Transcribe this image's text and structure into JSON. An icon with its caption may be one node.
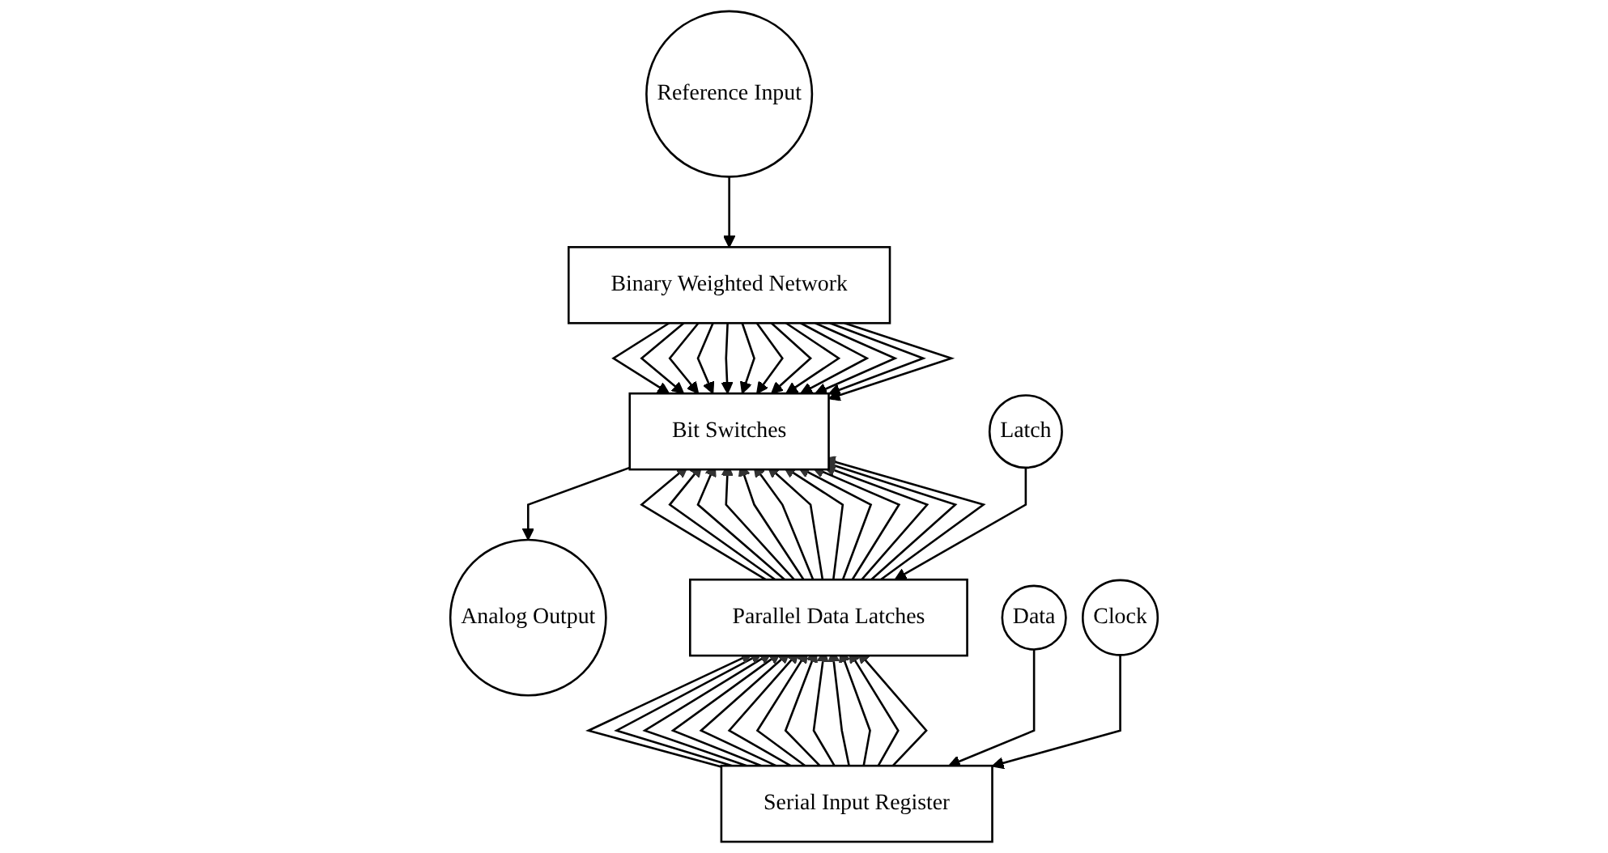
{
  "diagram": {
    "nodes": [
      {
        "text": [
          "Binary Weighted Network"
        ]
      },
      {
        "text": [
          "Bit Switches"
        ]
      },
      {
        "text": [
          "Parallel Data Latches"
        ]
      },
      {
        "text": [
          "Serial Input Register"
        ]
      },
      {
        "text": [
          "Reference Input"
        ]
      },
      {
        "text": [
          "Analog Output"
        ]
      },
      {
        "text": [
          "Latch"
        ]
      },
      {
        "text": [
          "Data"
        ]
      },
      {
        "text": [
          "Clock"
        ]
      }
    ],
    "edges": [
      {
        "from": 0,
        "to": 1,
        "arrow": "to"
      },
      {
        "from": 0,
        "to": 1,
        "arrow": "to"
      },
      {
        "from": 0,
        "to": 1,
        "arrow": "to"
      },
      {
        "from": 0,
        "to": 1,
        "arrow": "to"
      },
      {
        "from": 0,
        "to": 1,
        "arrow": "to"
      },
      {
        "from": 0,
        "to": 1,
        "arrow": "to"
      },
      {
        "from": 0,
        "to": 1,
        "arrow": "to"
      },
      {
        "from": 0,
        "to": 1,
        "arrow": "to"
      },
      {
        "from": 0,
        "to": 1,
        "arrow": "to"
      },
      {
        "from": 0,
        "to": 1,
        "arrow": "to"
      },
      {
        "from": 0,
        "to": 1,
        "arrow": "to"
      },
      {
        "from": 0,
        "to": 1,
        "arrow": "to"
      },
      {
        "from": 0,
        "to": 1,
        "arrow": "to"
      },
      {
        "from": 2,
        "to": 1,
        "arrow": "to"
      },
      {
        "from": 2,
        "to": 1,
        "arrow": "to"
      },
      {
        "from": 2,
        "to": 1,
        "arrow": "to"
      },
      {
        "from": 2,
        "to": 1,
        "arrow": "to"
      },
      {
        "from": 2,
        "to": 1,
        "arrow": "to"
      },
      {
        "from": 2,
        "to": 1,
        "arrow": "to"
      },
      {
        "from": 2,
        "to": 1,
        "arrow": "to"
      },
      {
        "from": 2,
        "to": 1,
        "arrow": "to"
      },
      {
        "from": 2,
        "to": 1,
        "arrow": "to"
      },
      {
        "from": 2,
        "to": 1,
        "arrow": "to"
      },
      {
        "from": 2,
        "to": 1,
        "arrow": "to"
      },
      {
        "from": 2,
        "to": 1,
        "arrow": "to"
      },
      {
        "from": 2,
        "to": 1,
        "arrow": "to"
      },
      {
        "from": 3,
        "to": 2,
        "arrow": "to"
      },
      {
        "from": 3,
        "to": 2,
        "arrow": "to"
      },
      {
        "from": 3,
        "to": 2,
        "arrow": "to"
      },
      {
        "from": 3,
        "to": 2,
        "arrow": "to"
      },
      {
        "from": 3,
        "to": 2,
        "arrow": "to"
      },
      {
        "from": 3,
        "to": 2,
        "arrow": "to"
      },
      {
        "from": 3,
        "to": 2,
        "arrow": "to"
      },
      {
        "from": 3,
        "to": 2,
        "arrow": "to"
      },
      {
        "from": 3,
        "to": 2,
        "arrow": "to"
      },
      {
        "from": 3,
        "to": 2,
        "arrow": "to"
      },
      {
        "from": 3,
        "to": 2,
        "arrow": "to"
      },
      {
        "from": 3,
        "to": 2,
        "arrow": "to"
      },
      {
        "from": 3,
        "to": 2,
        "arrow": "to"
      },
      {
        "from": 4,
        "to": 0,
        "arrow": "to"
      },
      {
        "from": 1,
        "to": 5,
        "arrow": "to"
      },
      {
        "from": 6,
        "to": 2,
        "arrow": "to"
      },
      {
        "from": 7,
        "to": 3,
        "arrow": "to"
      },
      {
        "from": 8,
        "to": 3,
        "arrow": "to"
      }
    ]
  }
}
